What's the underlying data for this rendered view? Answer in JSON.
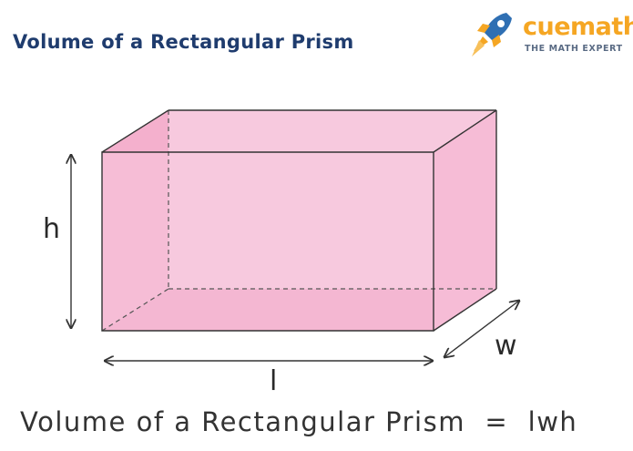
{
  "title": "Volume of a Rectangular Prism",
  "brand": {
    "name": "cuemath",
    "tagline": "THE MATH EXPERT",
    "colors": {
      "name": "#f5a623",
      "tagline": "#5a6b84",
      "rocket_body": "#2f6fb3",
      "rocket_flame": "#f5a623"
    }
  },
  "labels": {
    "height": "h",
    "width": "w",
    "length": "l"
  },
  "formula": "Volume of a Rectangular Prism  =  lwh",
  "colors": {
    "title": "#1f3c6e",
    "face_front": "#f7c9de",
    "face_side": "#f4b0cd",
    "face_bottom": "#f0a3c3",
    "edge": "#333333"
  }
}
